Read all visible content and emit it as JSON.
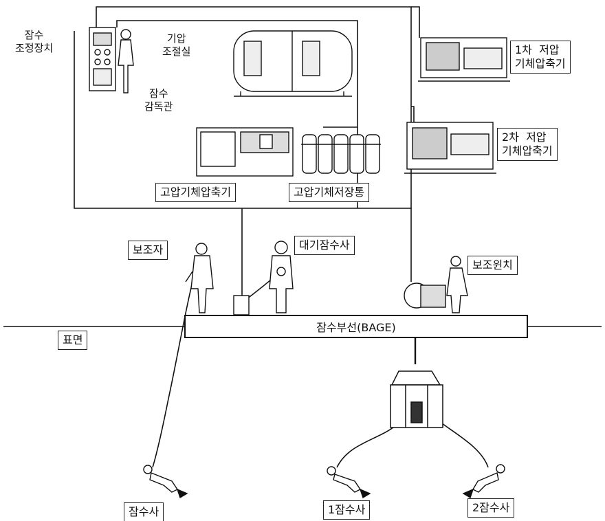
{
  "labels": {
    "dive_control": "잠수\n조정장치",
    "chamber": "기압\n조절실",
    "supervisor": "잠수\n감독관",
    "lp_compressor_1": "1차  저압\n기체압축기",
    "lp_compressor_2": "2차  저압\n기체압축기",
    "hp_compressor": "고압기체압축기",
    "hp_storage": "고압기체저장통",
    "tender": "보조자",
    "standby_diver": "대기잠수사",
    "winch": "보조윈치",
    "barge": "잠수부선(BAGE)",
    "surface": "표면",
    "diver": "잠수사",
    "diver_1": "1잠수사",
    "diver_2": "2잠수사"
  }
}
